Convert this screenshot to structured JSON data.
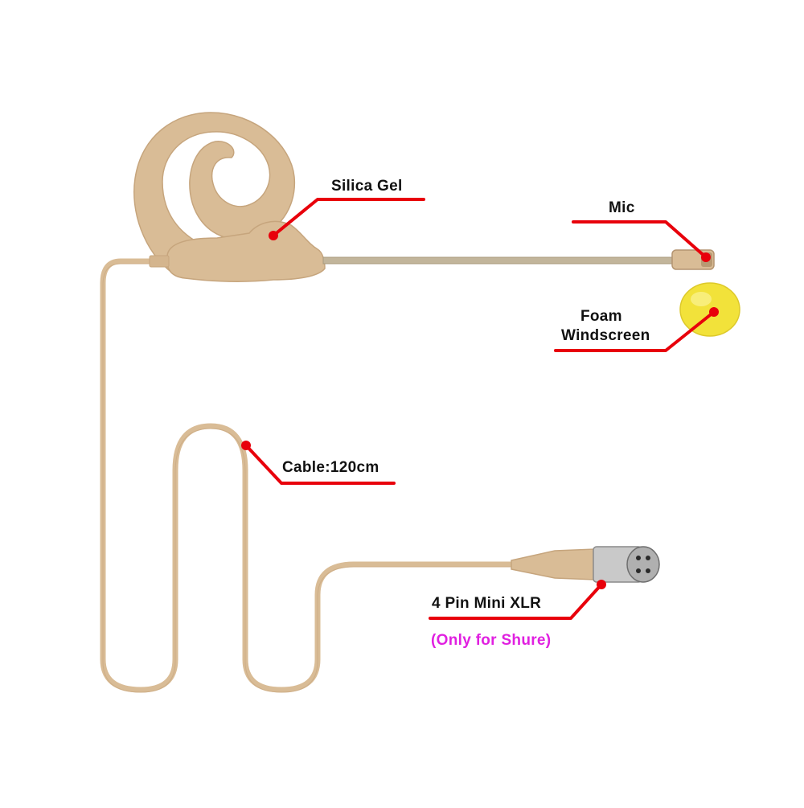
{
  "labels": {
    "silica_gel": "Silica Gel",
    "mic": "Mic",
    "foam_line1": "Foam",
    "foam_line2": "Windscreen",
    "cable": "Cable:120cm",
    "connector": "4 Pin Mini XLR",
    "connector_note": "(Only for Shure)"
  },
  "colors": {
    "product": "#d9bc96",
    "product_edge": "#c6a57d",
    "callout": "#e8000b",
    "foam": "#f2e23a",
    "note": "#e020e0",
    "metal": "#c9c9c9"
  }
}
